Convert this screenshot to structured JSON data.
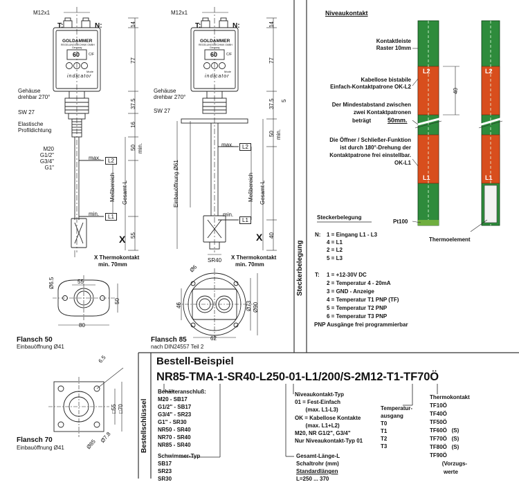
{
  "left": {
    "m12x1": "M12x1",
    "terminal_t": "T:",
    "terminal_n": "N:",
    "brand": "GOLDAMMER",
    "brand_sub": "REGELUNGSTECHNIK GMBH",
    "brand_country": "Germany",
    "display_value": "60",
    "display_unit": "C/F",
    "mode_label": "Mode",
    "device_label": "indicator",
    "housing_label": "Gehäuse drehbar 270°",
    "sw27": "SW 27",
    "seal_label": "Elastische Profildichtung",
    "thread_options": [
      "M20",
      "G1/2\"",
      "G3/4\"",
      "G1\""
    ],
    "max_label": "max.",
    "min_label": "min.",
    "l2": "L2",
    "l1": "L1",
    "x_marker": "X",
    "measure_range": "Meßbereich",
    "total_length": "Gesamt-L",
    "install_opening": "Einbauöffnung Ø61",
    "sr40": "SR40",
    "x_thermo_line1": "X Thermokontakt",
    "x_thermo_line2": "min.  70mm",
    "dim_14": "14",
    "dim_77": "77",
    "dim_37_5": "37.5",
    "dim_16": "16",
    "dim_5": "5",
    "dim_50": "50",
    "dim_min": "min.",
    "dim_55": "55",
    "dim_40": "40",
    "dim_6_5": "Ø6.5",
    "dim_80": "80",
    "dim_62": "62",
    "dim_46": "46",
    "dim_73": "Ø73",
    "dim_90": "Ø90",
    "dim_6": "Ø6",
    "dim_d70": "□70",
    "dim_d55": "□55",
    "dim_7_8": "Ø7.8",
    "dim_85": "Ø85",
    "dim_6_5b": "6.5"
  },
  "flanges": [
    {
      "name": "Flansch 50",
      "sub": "Einbauöffnung Ø41"
    },
    {
      "name": "Flansch 85",
      "sub": "nach DIN24557 Teil 2"
    },
    {
      "name": "Flansch 70",
      "sub": "Einbauöffnung Ø41"
    }
  ],
  "niveau": {
    "title": "Niveaukontakt",
    "raster": [
      "Kontaktleiste",
      "Raster 10mm"
    ],
    "cartridge": [
      "Kabellose bistabile",
      "Einfach-Kontaktpatrone OK-L2"
    ],
    "distance": [
      "Der Mindestabstand zwischen",
      "zwei Kontaktpatronen",
      "beträgt "
    ],
    "distance_value": "50mm.",
    "dim_40": "40",
    "function": [
      "Die Öffner / Schließer-Funktion",
      "ist durch 180°-Drehung der",
      "Kontaktpatrone frei einstellbar.",
      "OK-L1"
    ],
    "pt100": "Pt100",
    "thermo": "Thermoelement",
    "l2": "L2",
    "l1": "L1"
  },
  "stecker": {
    "title": "Steckerbelegung",
    "vertical": "Steckerbelegung",
    "n_prefix": "N:",
    "n_lines": [
      "1  =  Eingang L1 - L3",
      "4  =  L1",
      "2  =  L2",
      "5  =  L3"
    ],
    "t_prefix": "T:",
    "t_lines": [
      "1  =  +12-30V DC",
      "2  =  Temperatur  4 - 20mA",
      "3  =  GND - Anzeige",
      "4  =  Temperatur T1 PNP (TF)",
      "5  =  Temperatur T2 PNP",
      "6  =  Temperatur T3 PNP"
    ],
    "pnp": "PNP Ausgänge frei programmierbar"
  },
  "bestell": {
    "vertical": "Bestellschlüssel",
    "title": "Bestell-Beispiel",
    "code": "NR85-TMA-1-SR40-L250-01-L1/200/S-2M12-T1-TF70Ö",
    "behaelter_title": "Behälteranschluß:",
    "behaelter": [
      "M20 - SB17",
      "G1/2\" - SB17",
      "G3/4\" - SR23",
      "G1\" - SR30",
      "NR50 - SR40",
      "NR70 - SR40",
      "NR85 - SR40"
    ],
    "schwimmer_title": "Schwimmer-Typ",
    "schwimmer": [
      "SB17",
      "SR23",
      "SR30"
    ],
    "niveau_title": "Niveaukontakt-Typ",
    "niveau": [
      "01 = Fest-Einfach",
      "       (max. L1-L3)",
      "OK = Kabellose Kontakte",
      "       (max. L1+L2)",
      "M20, NR G1/2\", G3/4\"",
      "Nur Niveaukontakt-Typ 01"
    ],
    "gesamt": [
      "Gesamt-Länge-L",
      "Schaltrohr (mm)",
      "Standardlängen",
      "L=250 ... 370"
    ],
    "temp_title": [
      "Temperatur-",
      "ausgang"
    ],
    "temp": [
      "T0",
      "T1",
      "T2",
      "T3"
    ],
    "thermo_title": "Thermokontakt",
    "thermo": [
      "TF10Ö",
      "TF40Ö",
      "TF50Ö",
      "TF60Ö   (S)",
      "TF70Ö   (S)",
      "TF80Ö   (S)",
      "TF90Ö",
      "        (Vorzugs-",
      "         werte"
    ]
  }
}
